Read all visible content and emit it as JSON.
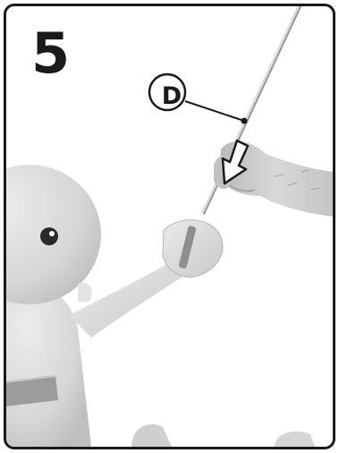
{
  "step": {
    "number": "5"
  },
  "callout": {
    "label": "D"
  },
  "icons": {
    "figure": "toy-figure-illustration",
    "hand": "hand-icon",
    "arrow": "push-down-arrow-icon",
    "rod": "rod-part-icon"
  },
  "colors": {
    "border": "#1a1a1a",
    "figure_body": "#dcdcdc",
    "figure_shadow": "#bdbdbd",
    "skin": "#cfcfcf",
    "background": "#ffffff"
  }
}
